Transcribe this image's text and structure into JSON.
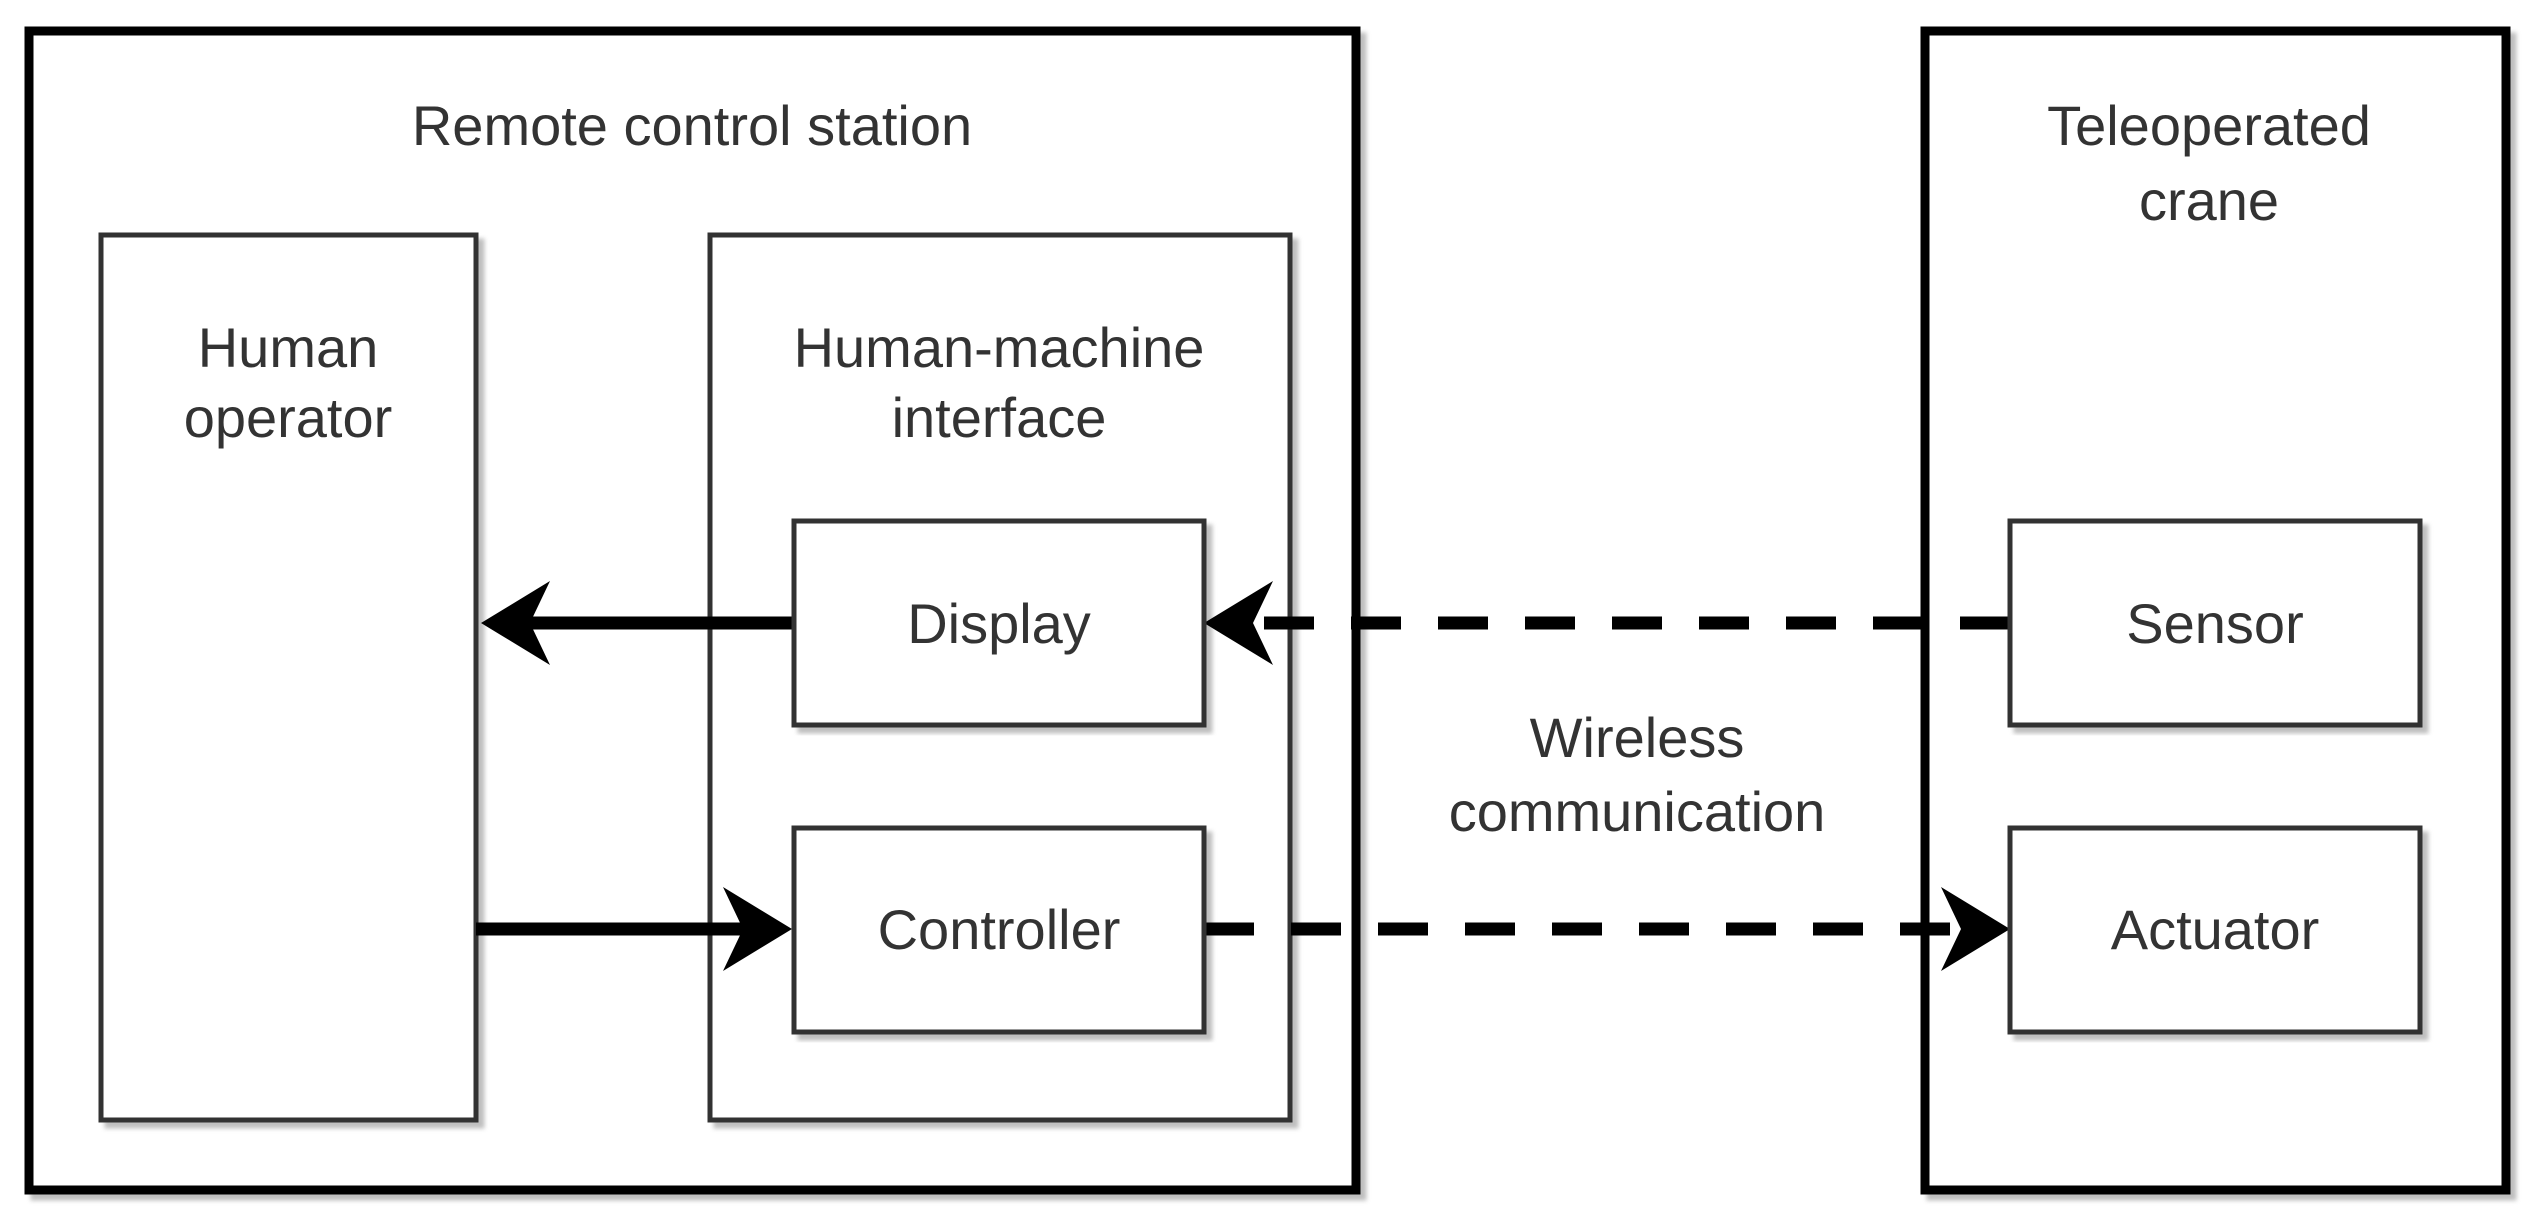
{
  "remote_station": {
    "title": "Remote control station",
    "human_operator": {
      "line1": "Human",
      "line2": "operator"
    },
    "hmi": {
      "line1": "Human-machine",
      "line2": "interface",
      "display": "Display",
      "controller": "Controller"
    }
  },
  "crane": {
    "line1": "Teleoperated",
    "line2": "crane",
    "sensor": "Sensor",
    "actuator": "Actuator"
  },
  "link": {
    "line1": "Wireless",
    "line2": "communication"
  }
}
